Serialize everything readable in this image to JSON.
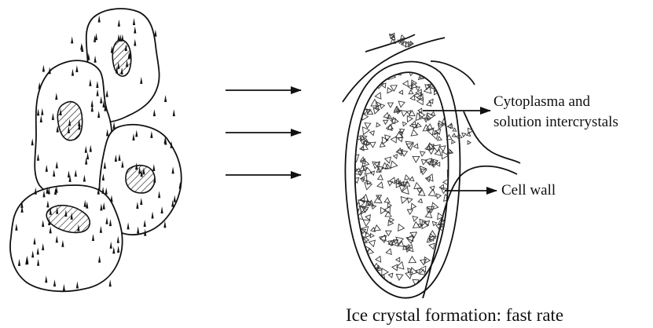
{
  "labels": {
    "cytoplasm_line1": "Cytoplasma and",
    "cytoplasm_line2": "solution intercrystals",
    "cell_wall": "Cell wall",
    "caption": "Ice crystal formation: fast rate"
  },
  "colors": {
    "stroke": "#111111",
    "background": "#ffffff"
  }
}
